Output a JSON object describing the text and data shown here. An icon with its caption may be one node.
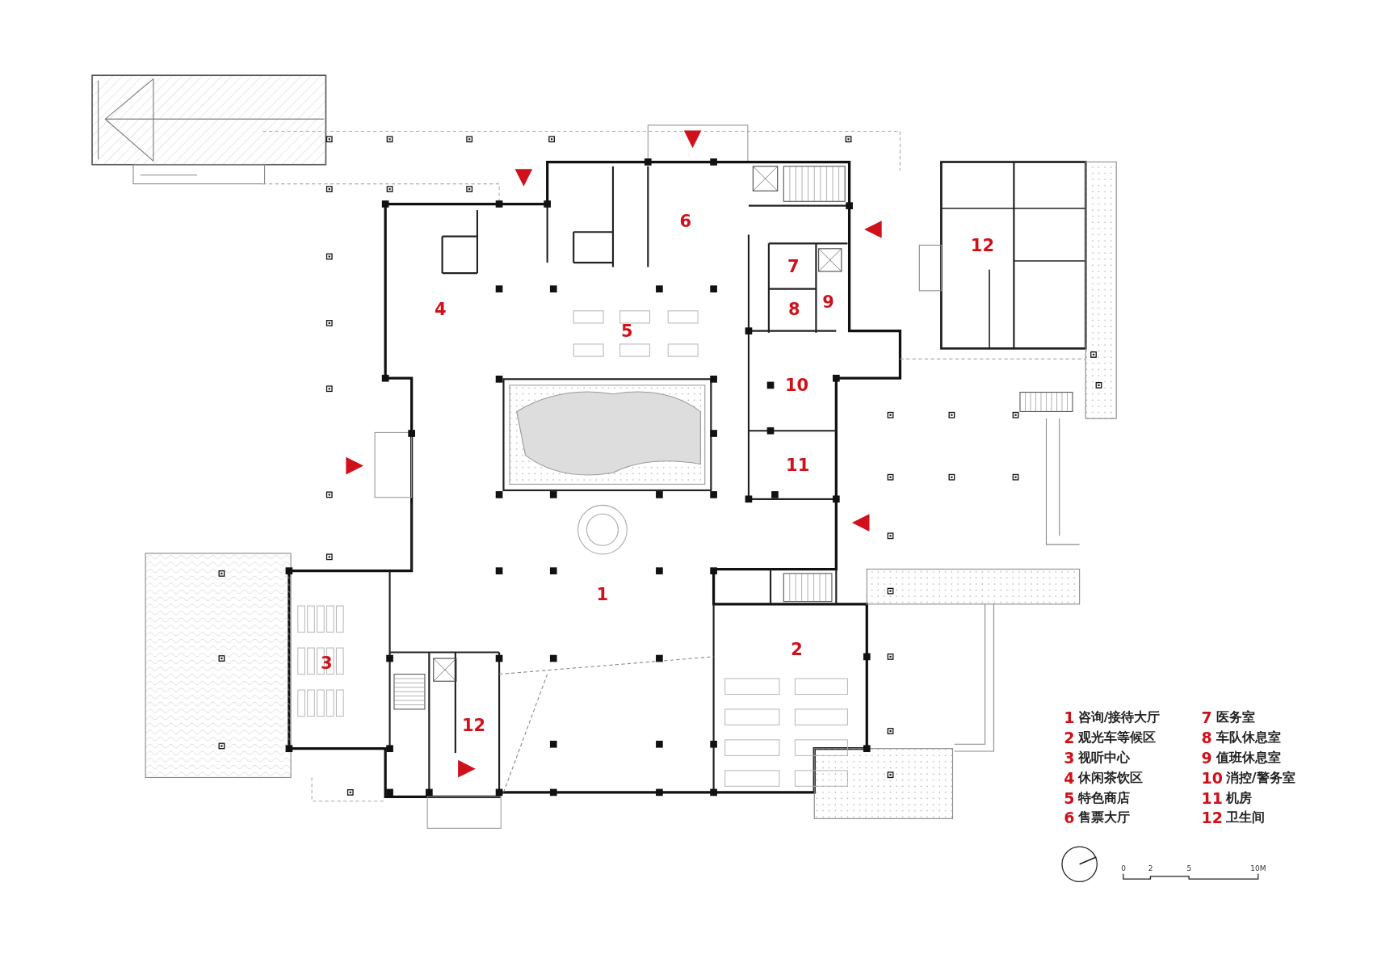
{
  "diagram": {
    "labels": [
      "6",
      "12",
      "7",
      "9",
      "4",
      "8",
      "5",
      "10",
      "11",
      "1",
      "2",
      "3",
      "12",
      "1",
      "咨询/接待大厅",
      "7",
      "医务室",
      "2",
      "观光车等候区",
      "8",
      "车队休息室",
      "3",
      "视听中心",
      "9",
      "值班休息室",
      "4",
      "休闲茶饮区",
      "10",
      "消控/警务室",
      "5",
      "特色商店",
      "11",
      "机房",
      "6",
      "售票大厅",
      "12",
      "卫生间",
      "0",
      "2",
      "5",
      "10M"
    ]
  }
}
